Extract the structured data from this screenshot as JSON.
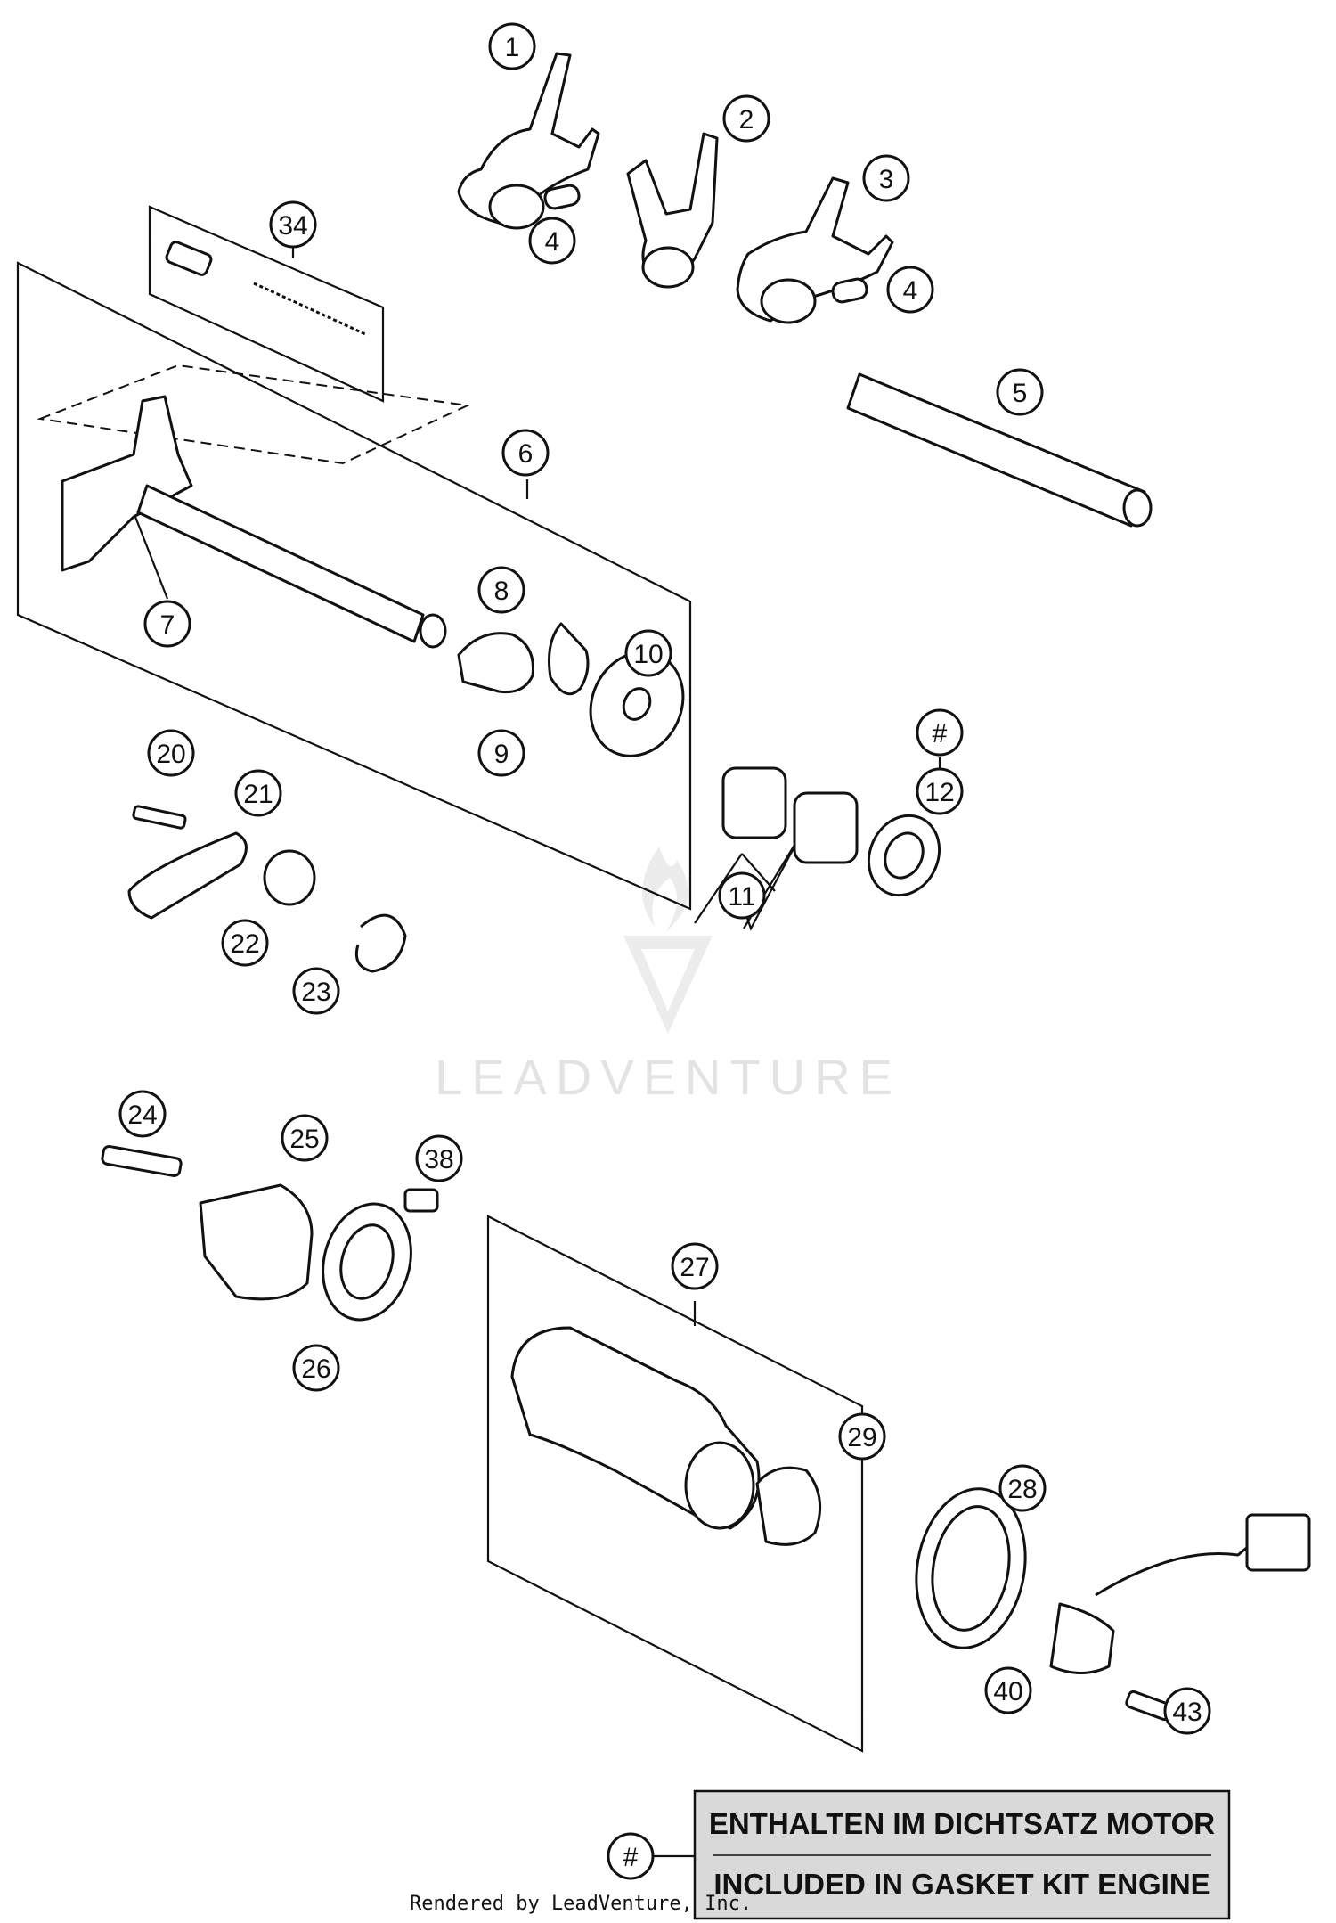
{
  "callouts": [
    {
      "label": "1"
    },
    {
      "label": "2"
    },
    {
      "label": "3"
    },
    {
      "label": "4"
    },
    {
      "label": "4"
    },
    {
      "label": "5"
    },
    {
      "label": "6"
    },
    {
      "label": "7"
    },
    {
      "label": "8"
    },
    {
      "label": "9"
    },
    {
      "label": "10"
    },
    {
      "label": "#"
    },
    {
      "label": "12"
    },
    {
      "label": "11"
    },
    {
      "label": "34"
    },
    {
      "label": "20"
    },
    {
      "label": "21"
    },
    {
      "label": "22"
    },
    {
      "label": "23"
    },
    {
      "label": "24"
    },
    {
      "label": "25"
    },
    {
      "label": "38"
    },
    {
      "label": "26"
    },
    {
      "label": "27"
    },
    {
      "label": "29"
    },
    {
      "label": "28"
    },
    {
      "label": "40"
    },
    {
      "label": "43"
    }
  ],
  "watermark": {
    "text": "LEADVENTURE"
  },
  "legend": {
    "symbol": "#",
    "line1": "ENTHALTEN IM DICHTSATZ MOTOR",
    "line2": "INCLUDED IN GASKET KIT ENGINE"
  },
  "footer": {
    "text": "Rendered by LeadVenture, Inc."
  }
}
